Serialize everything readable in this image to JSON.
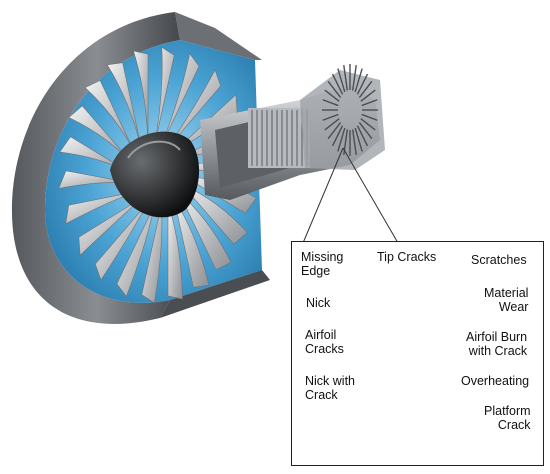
{
  "labels": {
    "missing_edge": [
      "Missing",
      "Edge"
    ],
    "tip_cracks": "Tip Cracks",
    "scratches": "Scratches",
    "nick": "Nick",
    "material_wear": [
      "Material",
      "Wear"
    ],
    "airfoil_cracks": [
      "Airfoil",
      "Cracks"
    ],
    "airfoil_burn": [
      "Airfoil Burn",
      "with Crack"
    ],
    "nick_with_crack": [
      "Nick with",
      "Crack"
    ],
    "overheating": "Overheating",
    "platform_crack": [
      "Platform",
      "Crack"
    ]
  },
  "colors": {
    "nacelle_inner": "#4aa3d4",
    "metal_dark": "#3c3f43",
    "metal_light": "#c8ccd0",
    "blade_fill": "#c9c9c9",
    "overheat_spot": "#7d7d7d"
  }
}
